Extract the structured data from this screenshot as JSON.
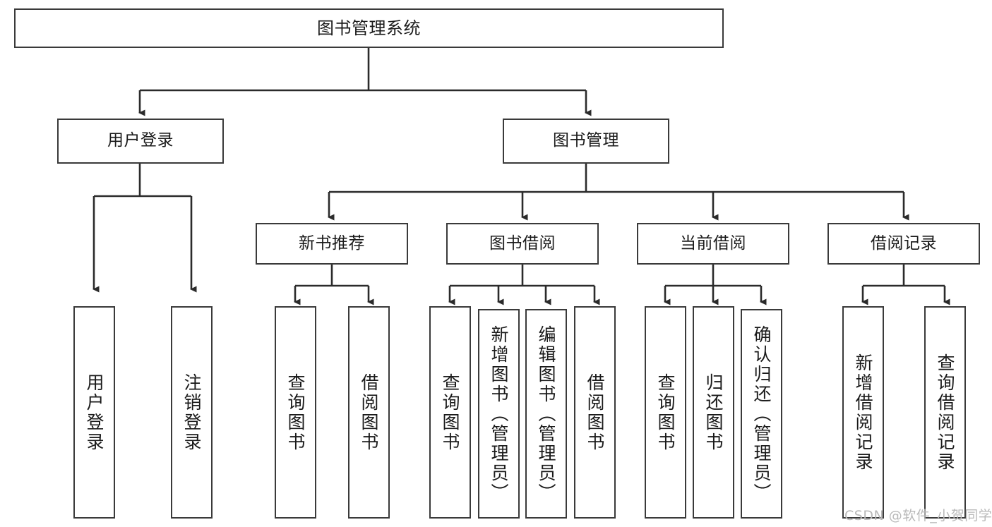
{
  "diagram": {
    "type": "tree-hierarchy-chart",
    "title": "图书管理系统",
    "style": {
      "box_border_color": "#3a3a3a",
      "box_fill_color": "#ffffff",
      "edge_color": "#2b2b2b",
      "text_color": "#1a1a1a",
      "background": "#ffffff",
      "watermark_color": "#b9b9b9"
    },
    "root": {
      "id": "root",
      "label": "图书管理系统"
    },
    "level1": [
      {
        "id": "user-login",
        "label": "用户登录"
      },
      {
        "id": "book-manage",
        "label": "图书管理"
      }
    ],
    "level2": [
      {
        "id": "new-book-rec",
        "label": "新书推荐",
        "parent": "book-manage"
      },
      {
        "id": "book-borrow",
        "label": "图书借阅",
        "parent": "book-manage"
      },
      {
        "id": "current-borrow",
        "label": "当前借阅",
        "parent": "book-manage"
      },
      {
        "id": "borrow-record",
        "label": "借阅记录",
        "parent": "book-manage"
      }
    ],
    "leaves": [
      {
        "id": "leaf-user-login",
        "label": "用户登录",
        "parent": "user-login"
      },
      {
        "id": "leaf-logout",
        "label": "注销登录",
        "parent": "user-login"
      },
      {
        "id": "leaf-query-book-1",
        "label": "查询图书",
        "parent": "new-book-rec"
      },
      {
        "id": "leaf-borrow-book-1",
        "label": "借阅图书",
        "parent": "new-book-rec"
      },
      {
        "id": "leaf-query-book-2",
        "label": "查询图书",
        "parent": "book-borrow"
      },
      {
        "id": "leaf-add-book",
        "label": "新增图书（管理员）",
        "parent": "book-borrow"
      },
      {
        "id": "leaf-edit-book",
        "label": "编辑图书（管理员）",
        "parent": "book-borrow"
      },
      {
        "id": "leaf-borrow-book-2",
        "label": "借阅图书",
        "parent": "book-borrow"
      },
      {
        "id": "leaf-query-book-3",
        "label": "查询图书",
        "parent": "current-borrow"
      },
      {
        "id": "leaf-return-book",
        "label": "归还图书",
        "parent": "current-borrow"
      },
      {
        "id": "leaf-confirm-return",
        "label": "确认归还（管理员）",
        "parent": "current-borrow"
      },
      {
        "id": "leaf-add-record",
        "label": "新增借阅记录",
        "parent": "borrow-record"
      },
      {
        "id": "leaf-query-record",
        "label": "查询借阅记录",
        "parent": "borrow-record"
      }
    ]
  },
  "watermark": {
    "text": "CSDN @软件_小贺同学"
  }
}
